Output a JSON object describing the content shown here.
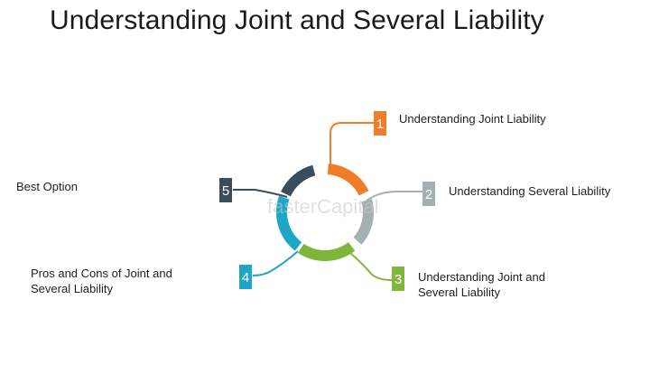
{
  "title": "Understanding Joint and Several Liability",
  "watermark": "fasterCapital",
  "colors": {
    "orange": "#ef7d2a",
    "gray": "#a5b0b2",
    "green": "#7fb53b",
    "blue": "#1da7c6",
    "navy": "#3a4d5c"
  },
  "steps": [
    {
      "number": "1",
      "label": "Understanding Joint Liability"
    },
    {
      "number": "2",
      "label": "Understanding Several Liability"
    },
    {
      "number": "3",
      "label": "Understanding Joint and Several Liability"
    },
    {
      "number": "4",
      "label": "Pros and Cons of Joint and Several Liability"
    },
    {
      "number": "5",
      "label": "Best Option"
    }
  ]
}
